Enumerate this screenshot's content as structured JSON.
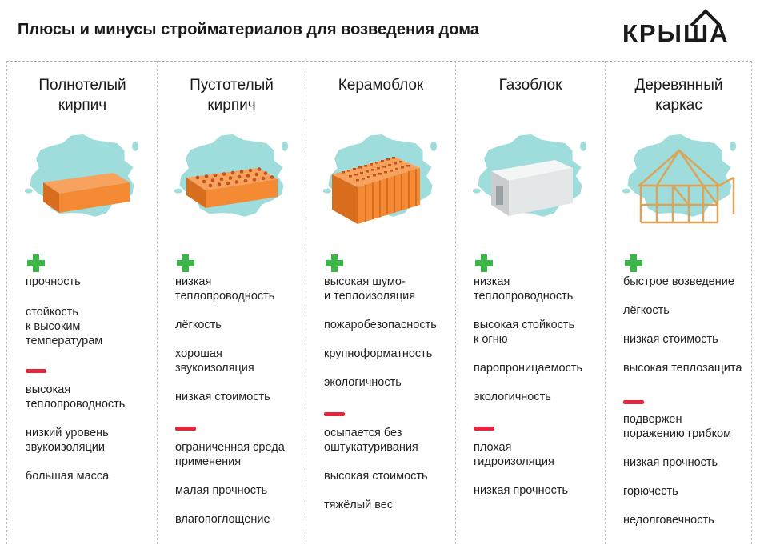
{
  "title": "Плюсы и минусы стройматериалов для возведения дома",
  "logo": "КРЫША",
  "colors": {
    "plus": "#3cb54a",
    "minus": "#e3263b",
    "splash": "#9fdcdc",
    "brick": "#f58a35"
  },
  "columns": [
    {
      "name": "Полнотелый\nкирпич",
      "icon": "solid-brick",
      "pros": [
        "прочность",
        "стойкость\nк высоким\nтемпературам"
      ],
      "cons": [
        "высокая\nтеплопроводность",
        "низкий уровень\nзвукоизоляции",
        "большая масса"
      ]
    },
    {
      "name": "Пустотелый\nкирпич",
      "icon": "hollow-brick",
      "pros": [
        "низкая\nтеплопроводность",
        "лёгкость",
        "хорошая\nзвукоизоляция",
        "низкая стоимость"
      ],
      "cons": [
        "ограниченная среда\nприменения",
        "малая прочность",
        "влагопоглощение"
      ]
    },
    {
      "name": "Керамоблок",
      "icon": "ceramic-block",
      "pros": [
        "высокая шумо-\nи теплоизоляция",
        "пожаробезопасность",
        "крупноформатность",
        "экологичность"
      ],
      "cons": [
        "осыпается без\nоштукатуривания",
        "высокая стоимость",
        "тяжёлый вес"
      ]
    },
    {
      "name": "Газоблок",
      "icon": "gas-block",
      "pros": [
        "низкая\nтеплопроводность",
        "высокая стойкость\nк огню",
        "паропроницаемость",
        "экологичность"
      ],
      "cons": [
        "плохая\nгидроизоляция",
        "низкая прочность"
      ]
    },
    {
      "name": "Деревянный\nкаркас",
      "icon": "wood-frame",
      "pros": [
        "быстрое возведение",
        "лёгкость",
        "низкая стоимость",
        "высокая теплозащита"
      ],
      "cons": [
        "подвержен\nпоражению грибком",
        "низкая прочность",
        "горючесть",
        "недолговечность"
      ]
    }
  ]
}
